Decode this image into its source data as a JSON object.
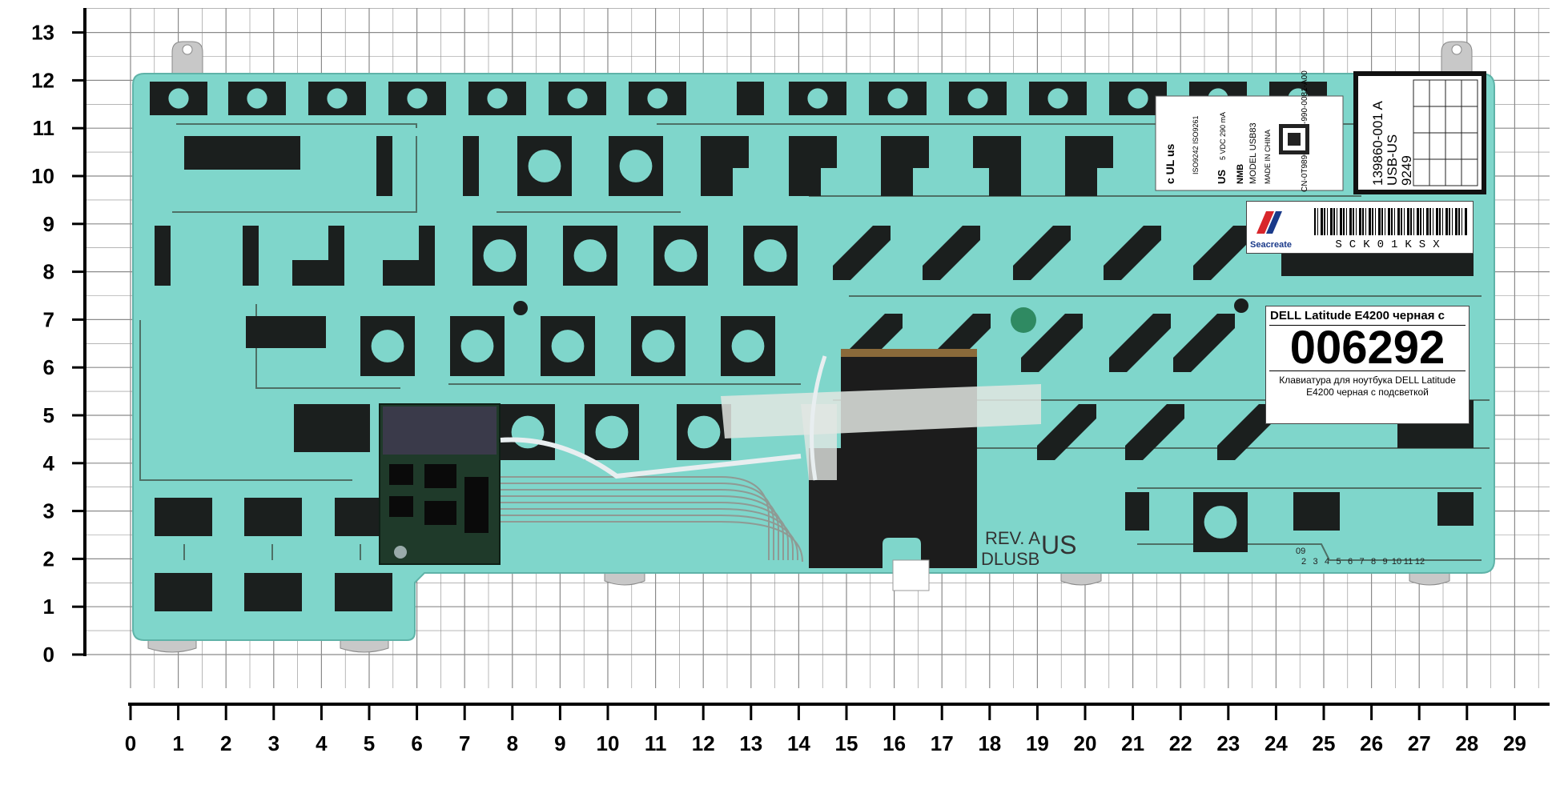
{
  "x_axis": {
    "ticks": [
      "0",
      "1",
      "2",
      "3",
      "4",
      "5",
      "6",
      "7",
      "8",
      "9",
      "10",
      "11",
      "12",
      "13",
      "14",
      "15",
      "16",
      "17",
      "18",
      "19",
      "20",
      "21",
      "22",
      "23",
      "24",
      "25",
      "26",
      "27",
      "28",
      "29",
      "3"
    ]
  },
  "y_axis": {
    "ticks": [
      "0",
      "1",
      "2",
      "3",
      "4",
      "5",
      "6",
      "7",
      "8",
      "9",
      "10",
      "11",
      "12",
      "13"
    ]
  },
  "product_label": {
    "title": "DELL Latitude E4200 черная с",
    "code": "006292",
    "description": "Клавиатура для ноутбука DELL Latitude E4200 черная с подсветкой"
  },
  "seacreate_label": {
    "brand": "Seacreate",
    "serial": "SCK01KSX"
  },
  "dell_label": {
    "cert": "ISO9242 ISO9261",
    "model": "MODEL USB83",
    "rating": "5 VDC 290 mA",
    "origin": "MADE IN CHINA",
    "country": "US",
    "nmb": "NMB",
    "part": "CN-0T989G-37172-990-0081-A00"
  },
  "part_label": {
    "line1": "139860-001 A",
    "line2": "USB-US",
    "line3": "9249"
  },
  "membrane": {
    "rev": "REV. A",
    "model": "DLUSB",
    "layout": "US",
    "column_numbers": [
      "2",
      "3",
      "4",
      "5",
      "6",
      "7",
      "8",
      "9",
      "10",
      "11",
      "12"
    ],
    "column_prefix": "09"
  },
  "colors": {
    "membrane": "#7fd6cb",
    "pad": "#1b1f1e",
    "trace": "#4e7066",
    "grid": "#8a8a8a",
    "sticker_dot": "#2f8a62",
    "ribbon": "#1c1c1c"
  }
}
